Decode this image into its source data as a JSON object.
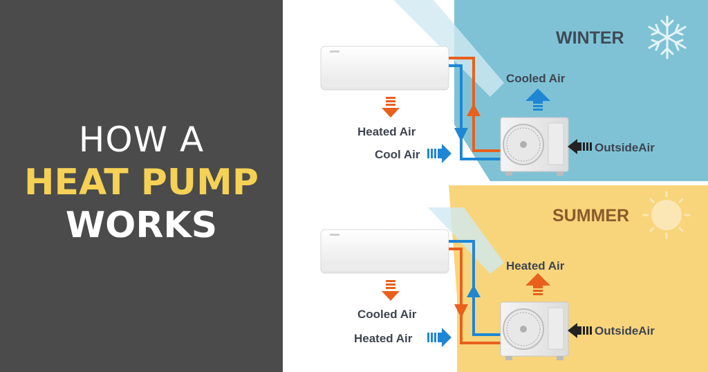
{
  "title": {
    "line1": "HOW A",
    "line2": "HEAT PUMP",
    "line3": "WORKS"
  },
  "colors": {
    "left_bg": "#4b4b4b",
    "title_accent": "#f5d155",
    "winter_bg": "#7fc2d5",
    "summer_bg": "#f8d57b",
    "hot_pipe": "#e8601c",
    "cold_pipe": "#1f86d4",
    "label_text": "#3d4450",
    "summer_title": "#8a5a2b"
  },
  "winter": {
    "season": "WINTER",
    "indoor_air_label": "Heated Air",
    "indoor_input_label": "Cool Air",
    "outdoor_exhaust_label": "Cooled Air",
    "outdoor_intake_label": "OutsideAir",
    "season_icon": "snowflake-icon"
  },
  "summer": {
    "season": "SUMMER",
    "indoor_air_label": "Cooled Air",
    "indoor_input_label": "Heated Air",
    "outdoor_exhaust_label": "Heated Air",
    "outdoor_intake_label": "OutsideAir",
    "season_icon": "sun-icon"
  }
}
